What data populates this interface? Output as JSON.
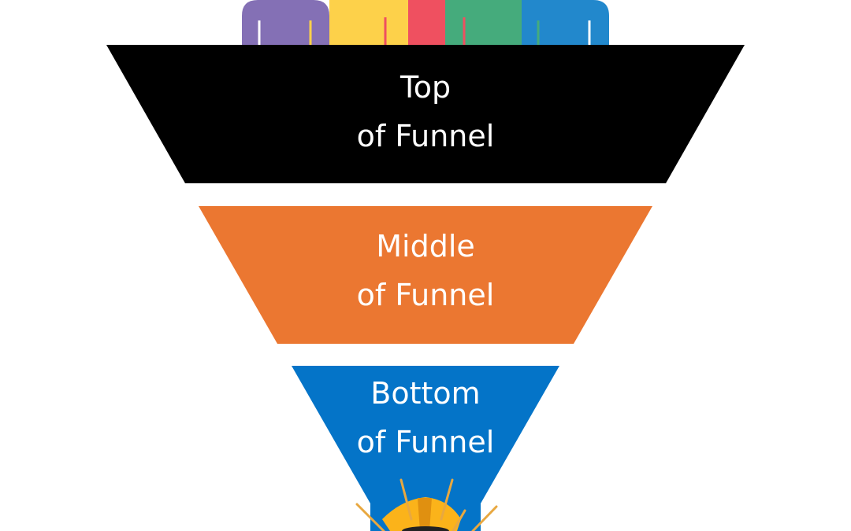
{
  "stages": [
    {
      "line1": "Top",
      "line2": "of Funnel",
      "color": "#000000"
    },
    {
      "line1": "Middle",
      "line2": "of Funnel",
      "color": "#eb7731"
    },
    {
      "line1": "Bottom",
      "line2": "of Funnel",
      "color": "#0474c8"
    }
  ],
  "people_colors": [
    "#8470b5",
    "#fdd14a",
    "#ef5060",
    "#45ab7c",
    "#2288cc"
  ],
  "icons": {
    "people": "people-group-icon",
    "result": "lightbulb-burst-icon"
  }
}
